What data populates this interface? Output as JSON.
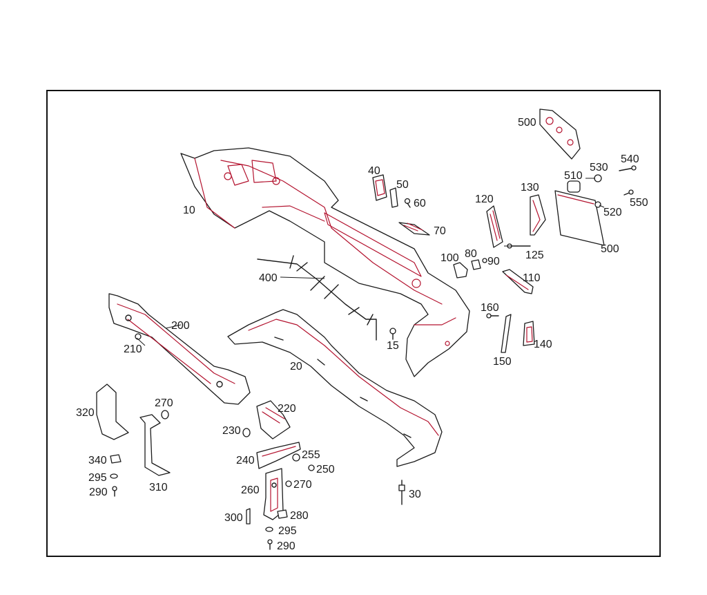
{
  "diagram": {
    "colors": {
      "outline": "#1a1a1a",
      "accent": "#b3122e",
      "background": "#ffffff"
    },
    "callouts": [
      {
        "id": "10",
        "label": "10"
      },
      {
        "id": "15",
        "label": "15"
      },
      {
        "id": "20",
        "label": "20"
      },
      {
        "id": "30",
        "label": "30"
      },
      {
        "id": "40",
        "label": "40"
      },
      {
        "id": "50",
        "label": "50"
      },
      {
        "id": "60",
        "label": "60"
      },
      {
        "id": "70",
        "label": "70"
      },
      {
        "id": "80",
        "label": "80"
      },
      {
        "id": "90",
        "label": "90"
      },
      {
        "id": "100",
        "label": "100"
      },
      {
        "id": "110",
        "label": "110"
      },
      {
        "id": "120",
        "label": "120"
      },
      {
        "id": "125",
        "label": "125"
      },
      {
        "id": "130",
        "label": "130"
      },
      {
        "id": "140",
        "label": "140"
      },
      {
        "id": "150",
        "label": "150"
      },
      {
        "id": "160",
        "label": "160"
      },
      {
        "id": "200",
        "label": "200"
      },
      {
        "id": "210",
        "label": "210"
      },
      {
        "id": "220",
        "label": "220"
      },
      {
        "id": "230",
        "label": "230"
      },
      {
        "id": "240",
        "label": "240"
      },
      {
        "id": "250",
        "label": "250"
      },
      {
        "id": "255",
        "label": "255"
      },
      {
        "id": "260",
        "label": "260"
      },
      {
        "id": "270a",
        "label": "270"
      },
      {
        "id": "270b",
        "label": "270"
      },
      {
        "id": "280",
        "label": "280"
      },
      {
        "id": "290a",
        "label": "290"
      },
      {
        "id": "290b",
        "label": "290"
      },
      {
        "id": "295a",
        "label": "295"
      },
      {
        "id": "295b",
        "label": "295"
      },
      {
        "id": "300",
        "label": "300"
      },
      {
        "id": "310",
        "label": "310"
      },
      {
        "id": "320",
        "label": "320"
      },
      {
        "id": "340",
        "label": "340"
      },
      {
        "id": "400",
        "label": "400"
      },
      {
        "id": "500a",
        "label": "500"
      },
      {
        "id": "500b",
        "label": "500"
      },
      {
        "id": "510",
        "label": "510"
      },
      {
        "id": "520",
        "label": "520"
      },
      {
        "id": "530",
        "label": "530"
      },
      {
        "id": "540",
        "label": "540"
      },
      {
        "id": "550",
        "label": "550"
      }
    ]
  }
}
